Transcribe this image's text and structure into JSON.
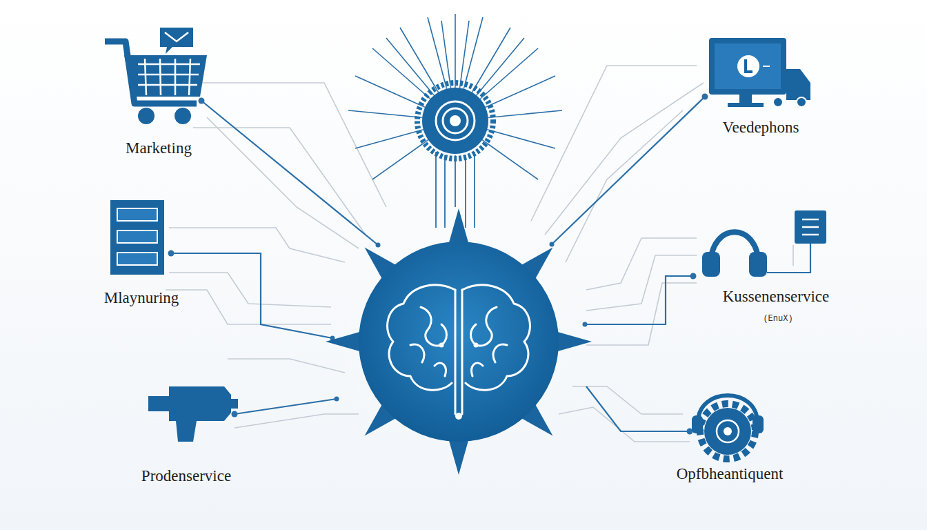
{
  "diagram": {
    "labels": [
      "Marketing",
      "Veedephons",
      "Mlaynuring",
      "Kussenenservice",
      "(EnuX)",
      "Prodenservice",
      "Opfbheantiquent"
    ]
  }
}
